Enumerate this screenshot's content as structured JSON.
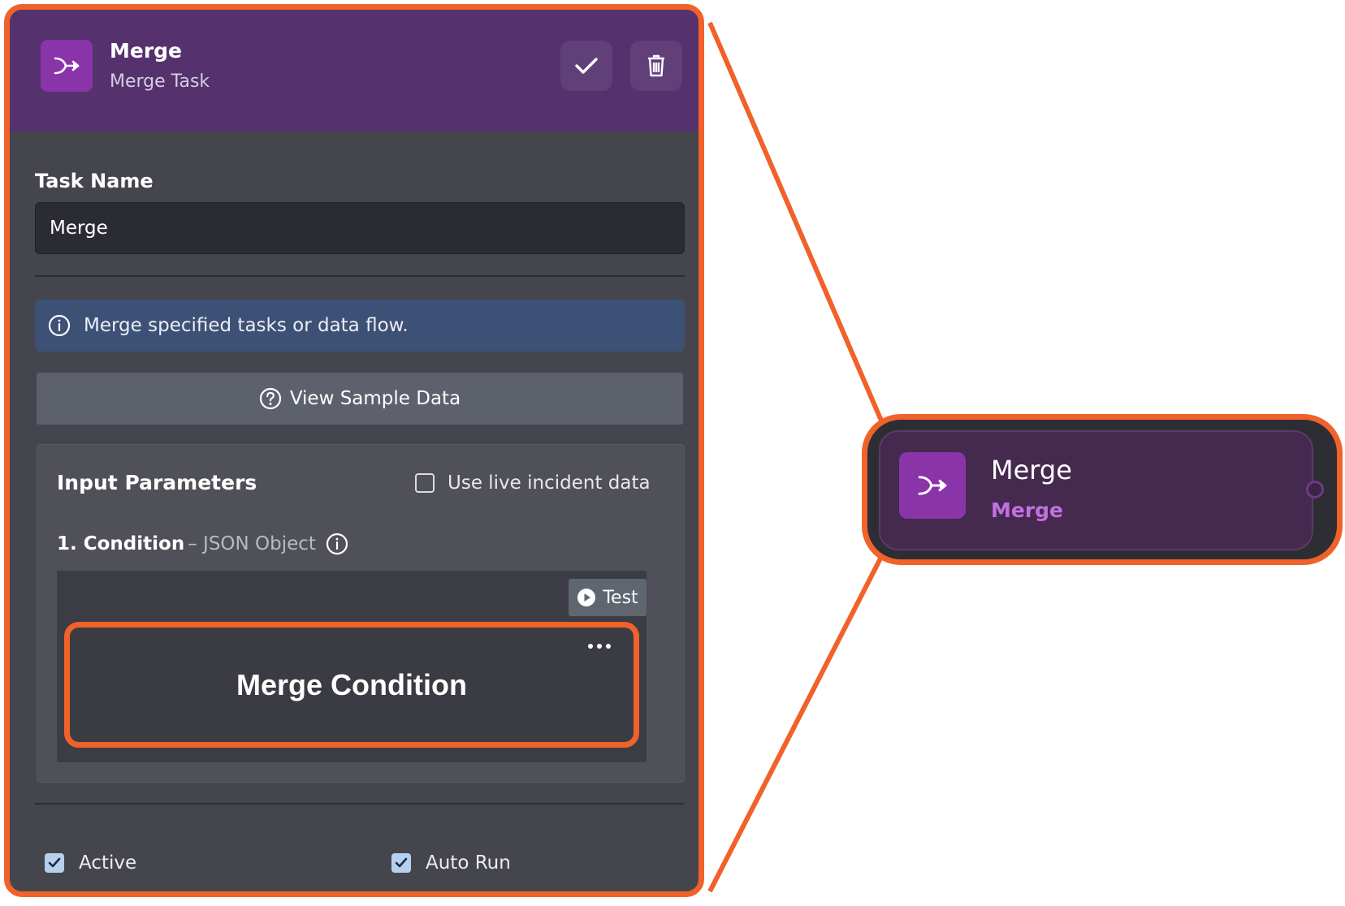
{
  "panel": {
    "header": {
      "title": "Merge",
      "subtitle": "Merge Task"
    },
    "task_name": {
      "label": "Task Name",
      "value": "Merge"
    },
    "info_text": "Merge specified tasks or data flow.",
    "sample_button": "View Sample Data",
    "input_params": {
      "title": "Input Parameters",
      "live_checkbox_label": "Use live incident data",
      "live_checked": false,
      "condition": {
        "label": "1. Condition",
        "type": "– JSON Object"
      },
      "test_button": "Test",
      "merge_condition": "Merge Condition"
    },
    "checkboxes": [
      {
        "label": "Active",
        "checked": true
      },
      {
        "label": "Auto Run",
        "checked": true
      }
    ]
  },
  "node": {
    "title": "Merge",
    "subtitle": "Merge"
  },
  "colors": {
    "highlight": "#f0622a",
    "header_bg": "#55326d",
    "icon_bg": "#8a34aa",
    "panel_bg": "#45464d",
    "info_bg": "#3d5075",
    "node_accent": "#c171e0"
  },
  "icons": [
    "merge-icon",
    "check-icon",
    "trash-icon",
    "info-icon",
    "question-icon",
    "play-icon",
    "more-dots-icon"
  ]
}
